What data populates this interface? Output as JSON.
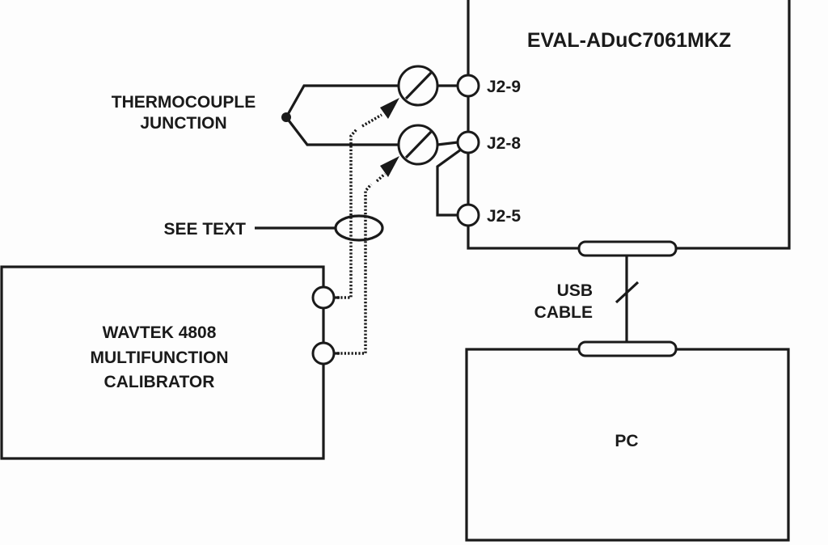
{
  "diagram": {
    "boards": {
      "eval_board": "EVAL-ADuC7061MKZ",
      "pc": "PC",
      "calibrator_lines": [
        "WAVTEK 4808",
        "MULTIFUNCTION",
        "CALIBRATOR"
      ]
    },
    "labels": {
      "thermocouple_lines": [
        "THERMOCOUPLE",
        "JUNCTION"
      ],
      "see_text": "SEE TEXT",
      "usb_cable_lines": [
        "USB",
        "CABLE"
      ]
    },
    "terminals": [
      "J2-9",
      "J2-8",
      "J2-5"
    ],
    "colors": {
      "ink": "#1a1a1a",
      "background": "#fdfdfd"
    }
  }
}
